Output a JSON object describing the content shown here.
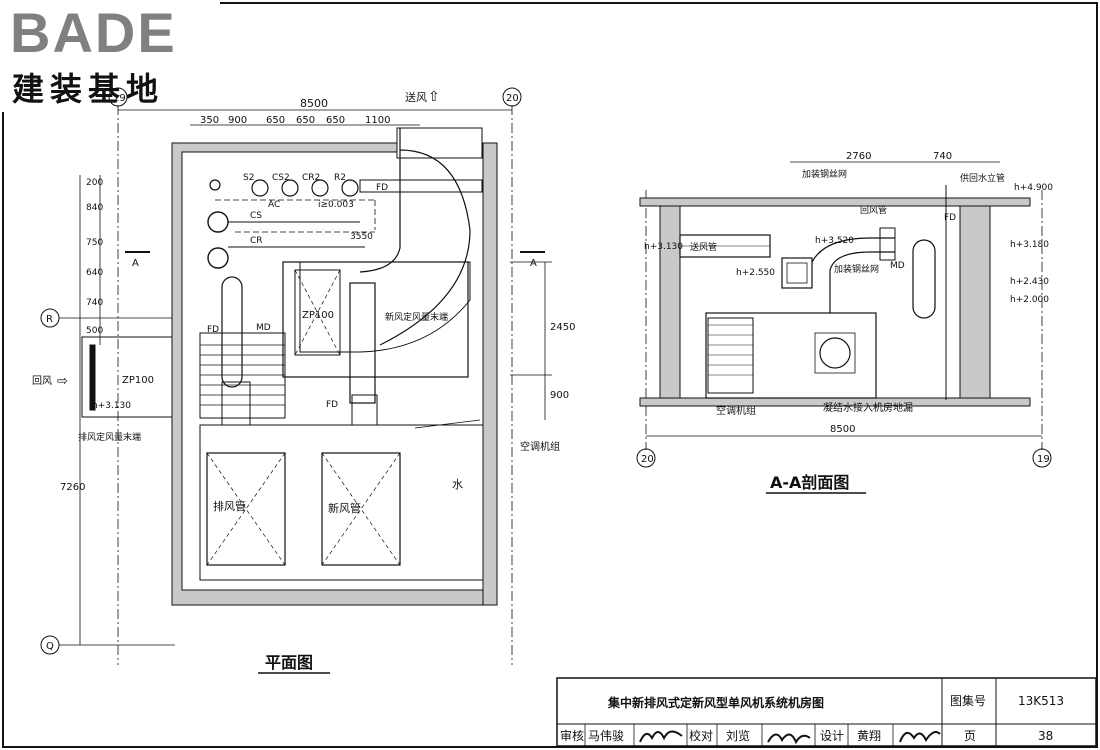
{
  "logo": {
    "brand": "BADE",
    "subtitle": "建装基地"
  },
  "plan": {
    "title": "平面图",
    "overall_width": "8500",
    "overall_height": "7260",
    "top_dims": [
      "350",
      "900",
      "650",
      "650",
      "650",
      "1100"
    ],
    "left_dims": [
      "200",
      "840",
      "750",
      "640",
      "740",
      "500"
    ],
    "right_dims": [
      "2450",
      "900"
    ],
    "grid_axes": {
      "left": "19",
      "right": "20",
      "top_r": "R",
      "bottom_q": "Q"
    },
    "section_marker": "A",
    "labels": {
      "supply_air": "送风",
      "return_air": "回风",
      "pipe_s2": "S2",
      "pipe_cs2": "CS2",
      "pipe_cr2": "CR2",
      "pipe_r2": "R2",
      "pipe_cs": "CS",
      "pipe_cr": "CR",
      "pipe_ac": "AC",
      "slope": "i≥0.003",
      "fd1": "FD",
      "fd2": "FD",
      "fd3": "FD",
      "md": "MD",
      "zp100_a": "ZP100",
      "zp100_b": "ZP100",
      "dim_3550": "3550",
      "height": "h+3.130",
      "fresh_air_end": "新风定风量末端",
      "exhaust_end": "排风定风量末端",
      "ahu": "空调机组",
      "exhaust_shaft": "排风管",
      "fresh_shaft": "新风管",
      "water": "水"
    }
  },
  "section": {
    "title": "A-A剖面图",
    "dims_top": [
      "2760",
      "740"
    ],
    "overall": "8500",
    "axis_left": "20",
    "axis_right": "19",
    "labels": {
      "mesh1": "加装钢丝网",
      "mesh2": "加装钢丝网",
      "return_pipe": "回风管",
      "supply_riser": "供回水立管",
      "supply_duct": "送风管",
      "fd": "FD",
      "md": "MD",
      "h4900": "h+4.900",
      "h3180": "h+3.180",
      "h3130": "h+3.130",
      "h2550": "h+2.550",
      "h3520": "h+3.520",
      "h2430": "h+2.430",
      "h2000": "h+2.000",
      "ahu": "空调机组",
      "drain": "凝结水接入机房地漏"
    }
  },
  "title_block": {
    "drawing_title": "集中新排风式定新风型单风机系统机房图",
    "atlas_label": "图集号",
    "atlas_no": "13K513",
    "page_label": "页",
    "page_no": "38",
    "review_label": "审核",
    "reviewer": "马伟骏",
    "check_label": "校对",
    "checker": "刘览",
    "design_label": "设计",
    "designer": "黄翔"
  }
}
